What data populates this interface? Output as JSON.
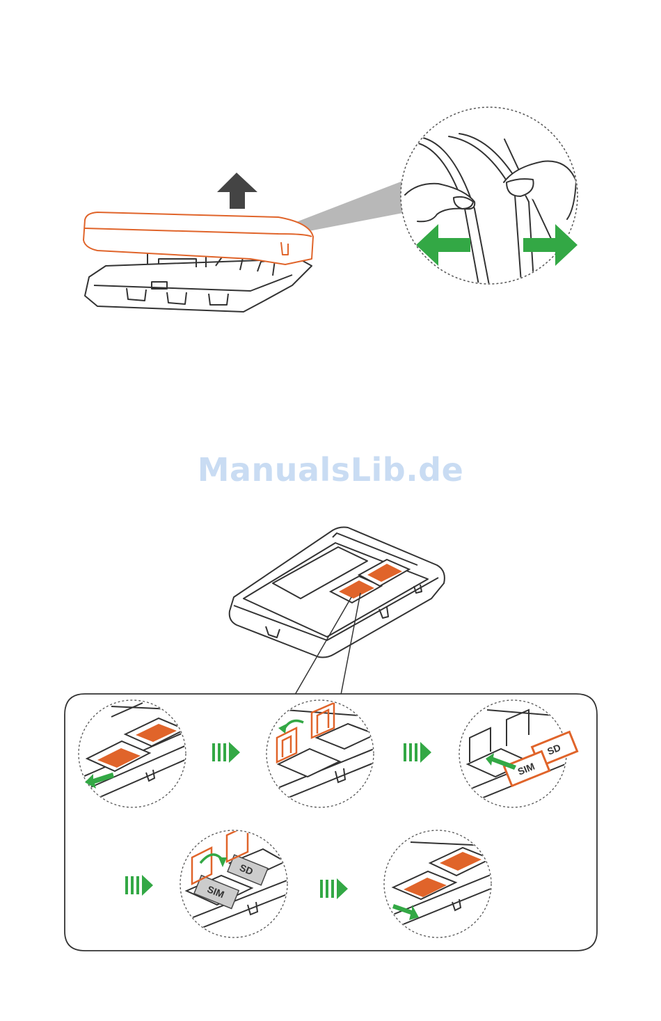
{
  "watermark": {
    "text": "ManualsLib.de",
    "color": "#c9dcf3"
  },
  "colors": {
    "orange": "#e0642a",
    "green": "#33a845",
    "outline": "#333333",
    "arrow_gray": "#444444",
    "callout": "#b8b8b8"
  },
  "icons": {
    "lift": "up-arrow-icon",
    "pull_left": "left-arrow-icon",
    "pull_right": "right-arrow-icon",
    "next_step": "next-step-arrow-icon"
  },
  "steps": {
    "step_3": {
      "card_sim": "SIM",
      "card_sd": "SD"
    },
    "step_4": {
      "card_sim": "SIM",
      "card_sd": "SD"
    }
  }
}
